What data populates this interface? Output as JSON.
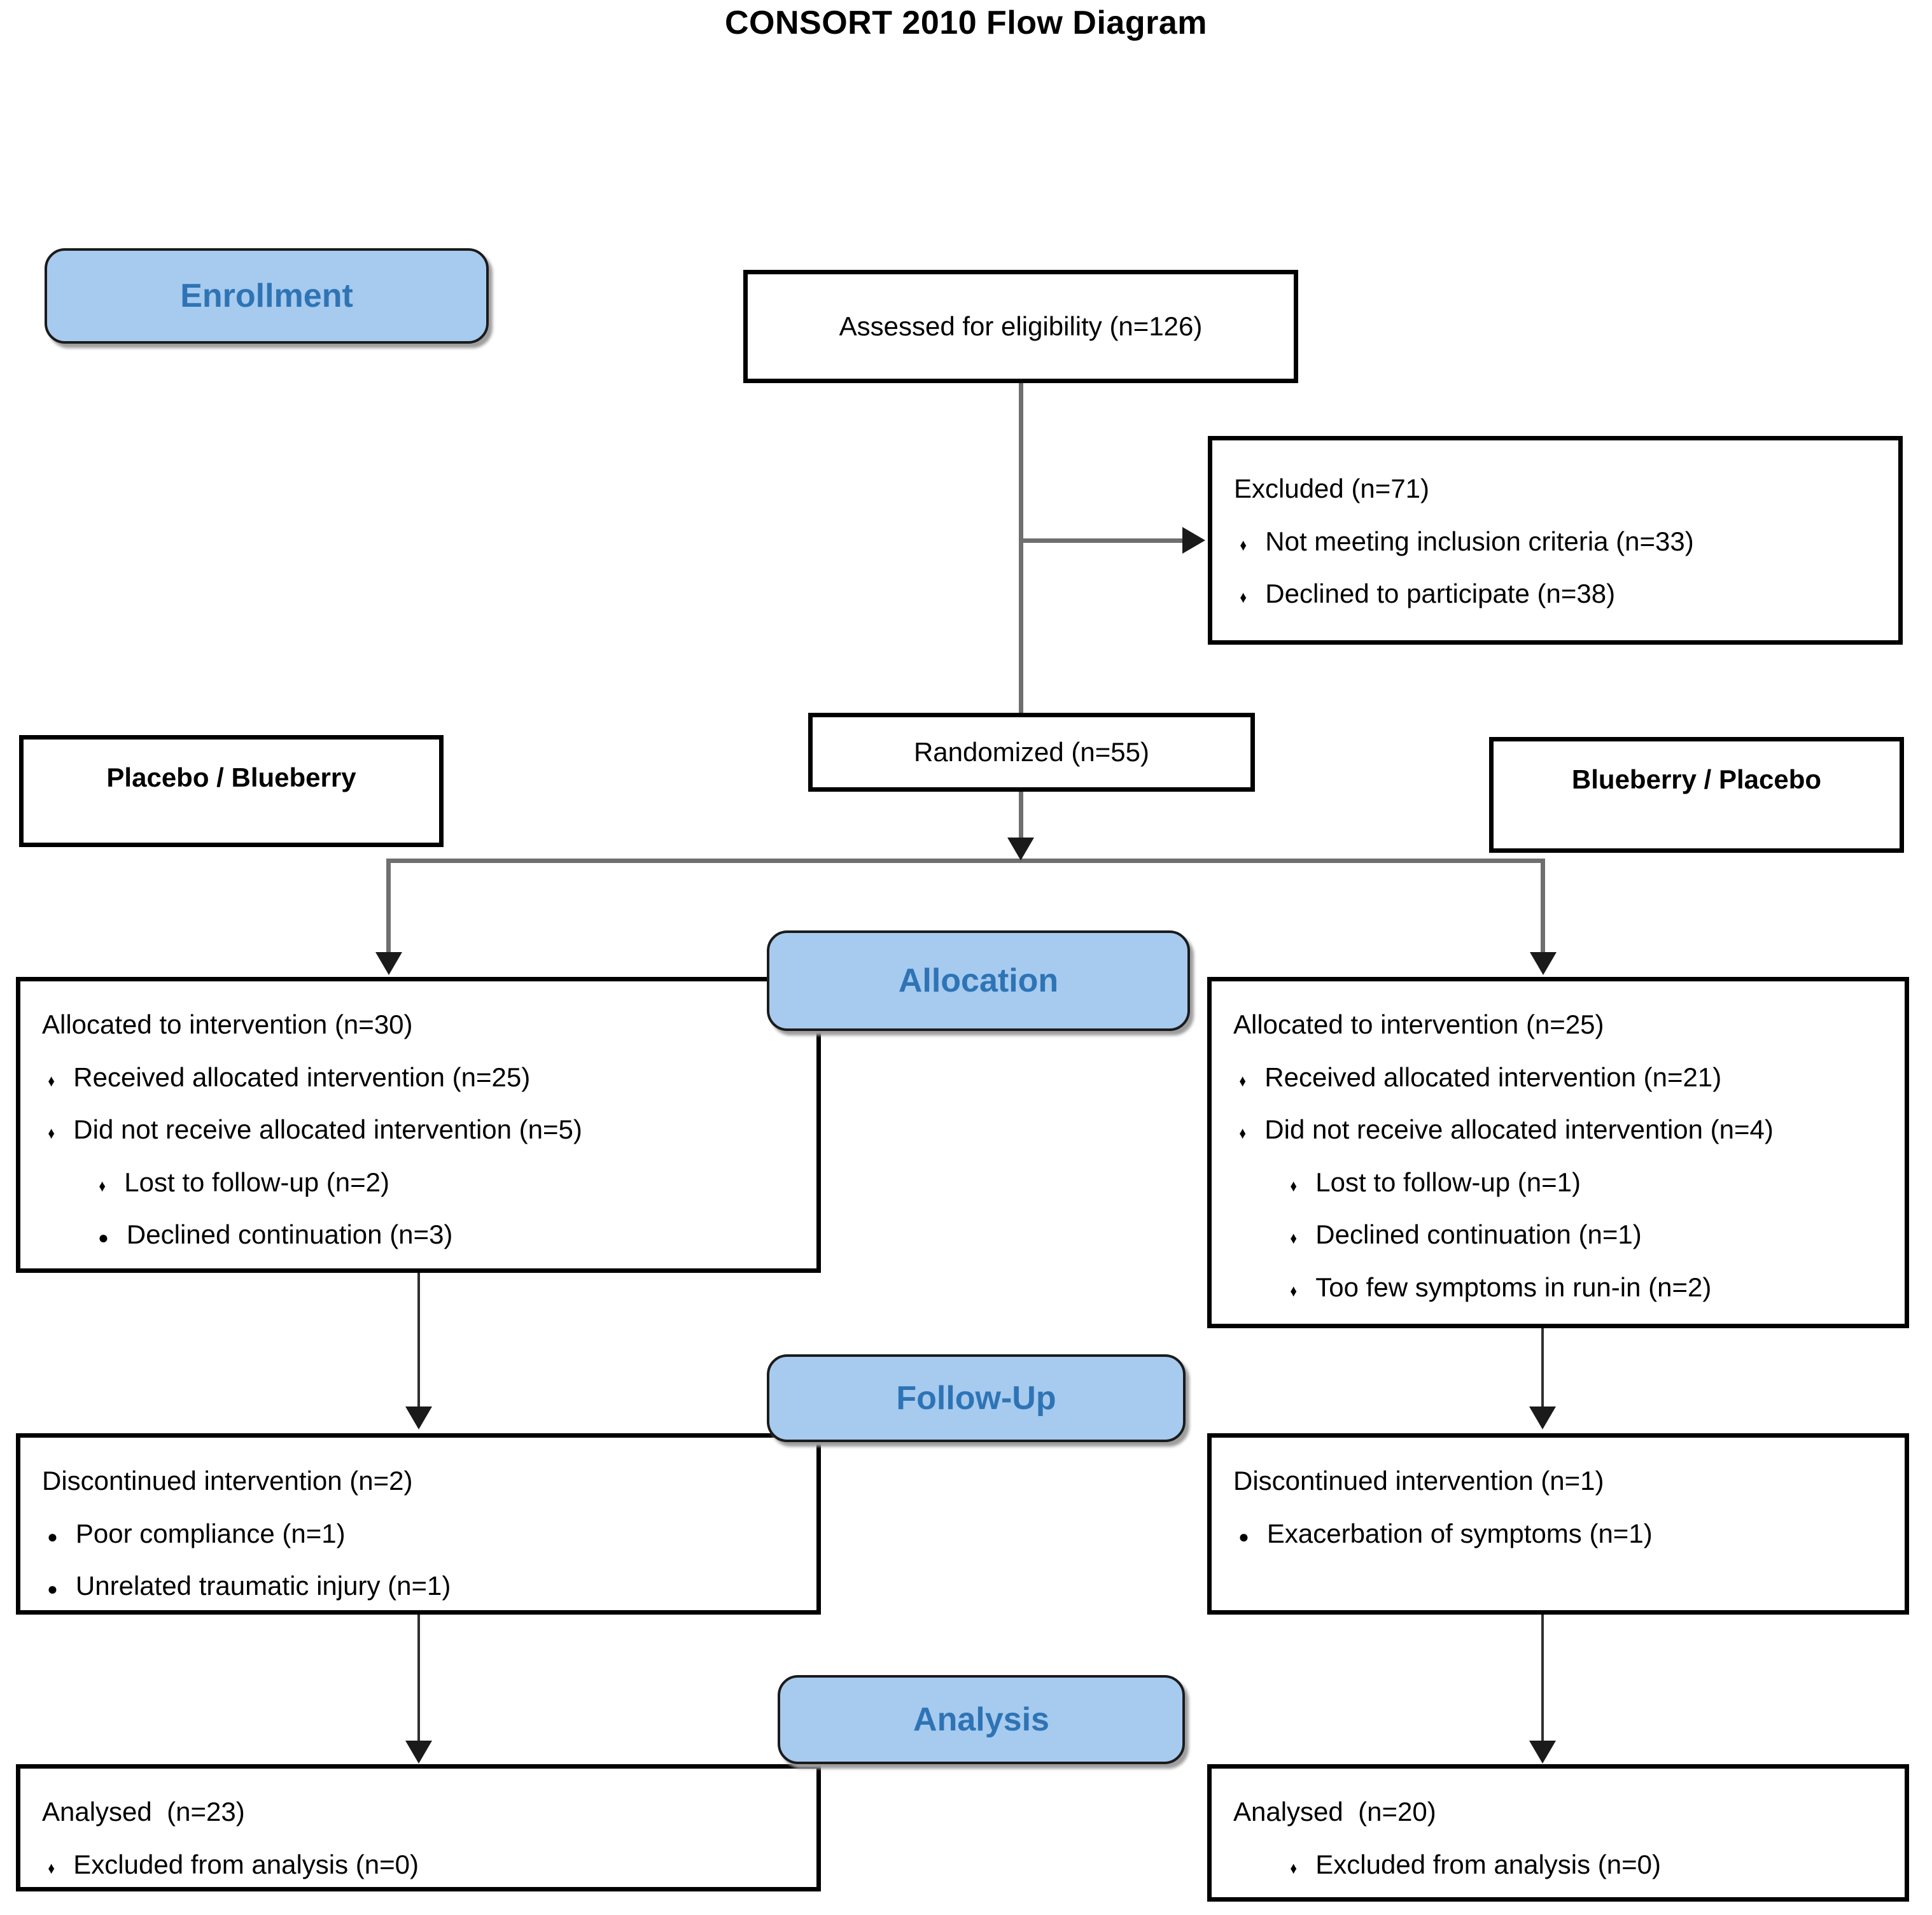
{
  "title": "CONSORT 2010 Flow Diagram",
  "colors": {
    "badge-fill": "#A7CAEF",
    "badge-text": "#2E74B5",
    "box-border": "#000000",
    "connector": "#6F6F6F",
    "arrow": "#1A1A1A"
  },
  "badges": {
    "enrollment": "Enrollment",
    "allocation": "Allocation",
    "followup": "Follow-Up",
    "analysis": "Analysis"
  },
  "arm_labels": {
    "left": "Placebo / Blueberry",
    "right": "Blueberry / Placebo"
  },
  "boxes": {
    "assessed": {
      "text": "Assessed for eligibility (n=126)"
    },
    "excluded": {
      "heading": "Excluded (n=71)",
      "items": [
        {
          "bullet": "♦",
          "indent": 1,
          "text": "Not meeting inclusion criteria (n=33)"
        },
        {
          "bullet": "♦",
          "indent": 1,
          "text": "Declined to participate (n=38)"
        }
      ]
    },
    "randomized": {
      "text": "Randomized (n=55)"
    },
    "allocation_left": {
      "heading": "Allocated to intervention (n=30)",
      "items": [
        {
          "bullet": "♦",
          "indent": 1,
          "text": "Received allocated intervention (n=25)"
        },
        {
          "bullet": "♦",
          "indent": 1,
          "text": "Did not receive allocated intervention (n=5)"
        },
        {
          "bullet": "♦",
          "indent": 2,
          "text": "Lost to follow-up (n=2)"
        },
        {
          "bullet": "●",
          "indent": 2,
          "text": "Declined continuation (n=3)"
        }
      ]
    },
    "allocation_right": {
      "heading": "Allocated to intervention (n=25)",
      "items": [
        {
          "bullet": "♦",
          "indent": 1,
          "text": "Received allocated intervention (n=21)"
        },
        {
          "bullet": "♦",
          "indent": 1,
          "text": "Did not receive allocated intervention (n=4)"
        },
        {
          "bullet": "♦",
          "indent": 2,
          "text": "Lost to follow-up (n=1)"
        },
        {
          "bullet": "♦",
          "indent": 2,
          "text": "Declined continuation (n=1)"
        },
        {
          "bullet": "♦",
          "indent": 2,
          "text": "Too few symptoms in run-in (n=2)"
        }
      ]
    },
    "followup_left": {
      "heading": "Discontinued intervention (n=2)",
      "items": [
        {
          "bullet": "●",
          "indent": 1,
          "text": "Poor compliance (n=1)"
        },
        {
          "bullet": "●",
          "indent": 1,
          "text": "Unrelated traumatic injury (n=1)"
        }
      ]
    },
    "followup_right": {
      "heading": "Discontinued intervention (n=1)",
      "items": [
        {
          "bullet": "●",
          "indent": 1,
          "text": "Exacerbation of symptoms (n=1)"
        }
      ]
    },
    "analysis_left": {
      "heading": "Analysed  (n=23)",
      "items": [
        {
          "bullet": "♦",
          "indent": 1,
          "text": "Excluded from analysis (n=0)"
        }
      ]
    },
    "analysis_right": {
      "heading": "Analysed  (n=20)",
      "items": [
        {
          "bullet": "♦",
          "indent": 2,
          "text": "Excluded from analysis (n=0)"
        }
      ]
    }
  }
}
